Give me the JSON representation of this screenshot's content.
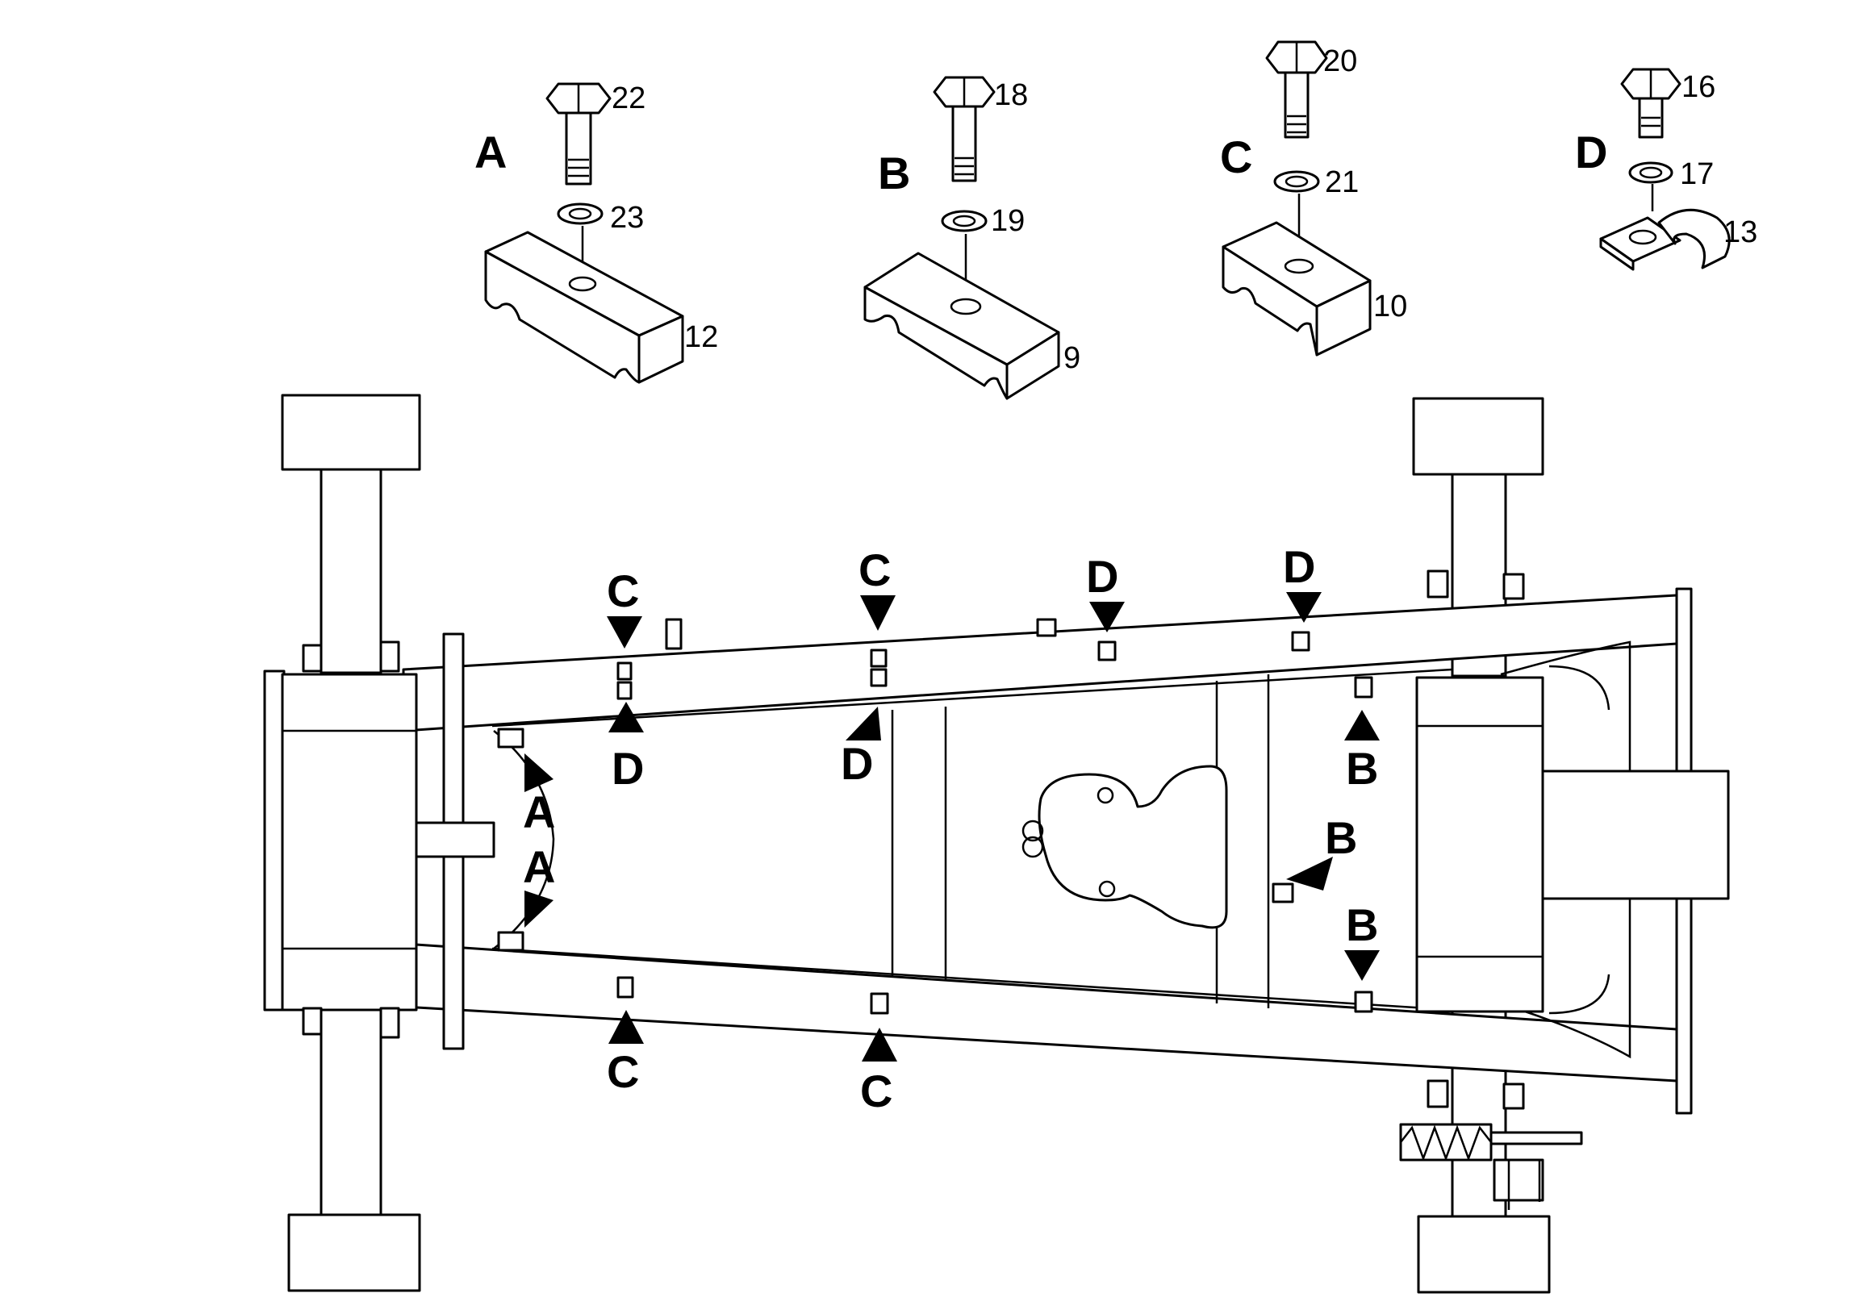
{
  "fastener_sets": [
    {
      "letter": "A",
      "bolt": "22",
      "washer": "23",
      "part": "12"
    },
    {
      "letter": "B",
      "bolt": "18",
      "washer": "19",
      "part": "9"
    },
    {
      "letter": "C",
      "bolt": "20",
      "washer": "21",
      "part": "10"
    },
    {
      "letter": "D",
      "bolt": "16",
      "washer": "17",
      "part": "13"
    }
  ],
  "locations": [
    {
      "id": "c-top-1",
      "letter": "C"
    },
    {
      "id": "c-top-2",
      "letter": "C"
    },
    {
      "id": "d-top-1",
      "letter": "D"
    },
    {
      "id": "d-top-2",
      "letter": "D"
    },
    {
      "id": "d-mid-1",
      "letter": "D"
    },
    {
      "id": "d-mid-2",
      "letter": "D"
    },
    {
      "id": "a-1",
      "letter": "A"
    },
    {
      "id": "a-2",
      "letter": "A"
    },
    {
      "id": "b-1",
      "letter": "B"
    },
    {
      "id": "b-2",
      "letter": "B"
    },
    {
      "id": "b-3",
      "letter": "B"
    },
    {
      "id": "c-bot-1",
      "letter": "C"
    },
    {
      "id": "c-bot-2",
      "letter": "C"
    }
  ]
}
